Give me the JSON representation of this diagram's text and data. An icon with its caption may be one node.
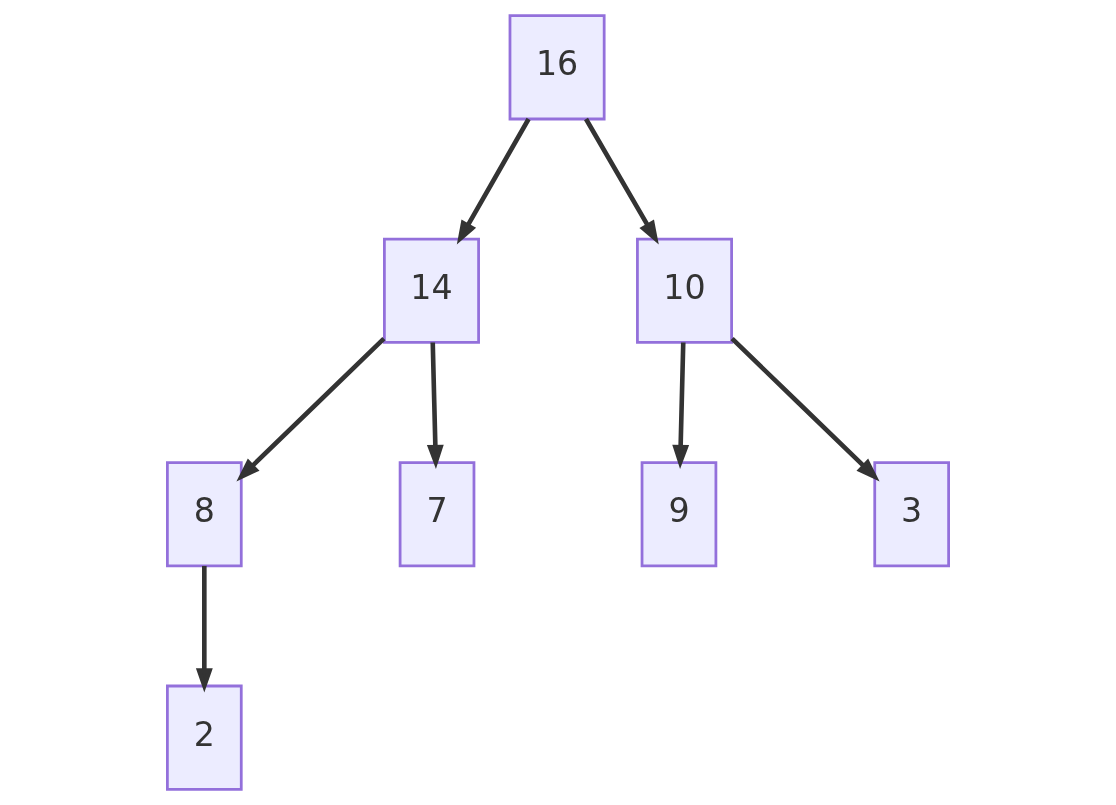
{
  "diagram": {
    "nodes": [
      {
        "text": [
          "16"
        ]
      },
      {
        "text": [
          "14"
        ]
      },
      {
        "text": [
          "10"
        ]
      },
      {
        "text": [
          "8"
        ]
      },
      {
        "text": [
          "7"
        ]
      },
      {
        "text": [
          "9"
        ]
      },
      {
        "text": [
          "3"
        ]
      },
      {
        "text": [
          "2"
        ]
      }
    ],
    "edges": [
      {
        "from": 0,
        "to": 1,
        "arrow": "to"
      },
      {
        "from": 0,
        "to": 2,
        "arrow": "to"
      },
      {
        "from": 1,
        "to": 3,
        "arrow": "to"
      },
      {
        "from": 1,
        "to": 4,
        "arrow": "to"
      },
      {
        "from": 2,
        "to": 5,
        "arrow": "to"
      },
      {
        "from": 2,
        "to": 6,
        "arrow": "to"
      },
      {
        "from": 3,
        "to": 7,
        "arrow": "to"
      }
    ]
  }
}
